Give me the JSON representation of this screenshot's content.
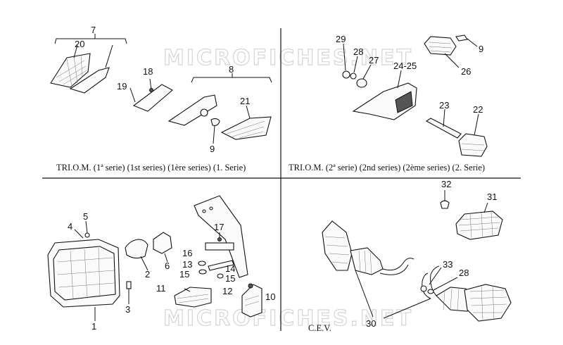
{
  "watermark": "MICROFICHES.NET",
  "captions": {
    "q1": "TRI.O.M. (1ª serie) (1st series) (1ère series) (1. Serie)",
    "q2": "TRI.O.M. (2ª serie) (2nd series) (2ème series) (2. Serie)",
    "q4": "C.E.V."
  },
  "callouts": {
    "c7": "7",
    "c20": "20",
    "c18": "18",
    "c19": "19",
    "c8": "8",
    "c21": "21",
    "c9a": "9",
    "c29": "29",
    "c28a": "28",
    "c27": "27",
    "c2425": "24-25",
    "c9b": "9",
    "c26": "26",
    "c23": "23",
    "c22": "22",
    "c5": "5",
    "c4": "4",
    "c6": "6",
    "c2": "2",
    "c3": "3",
    "c1": "1",
    "c17": "17",
    "c16": "16",
    "c13": "13",
    "c15a": "15",
    "c14": "14",
    "c15b": "15",
    "c12": "12",
    "c11": "11",
    "c10": "10",
    "c32": "32",
    "c31": "31",
    "c33": "33",
    "c28b": "28",
    "c30": "30"
  }
}
